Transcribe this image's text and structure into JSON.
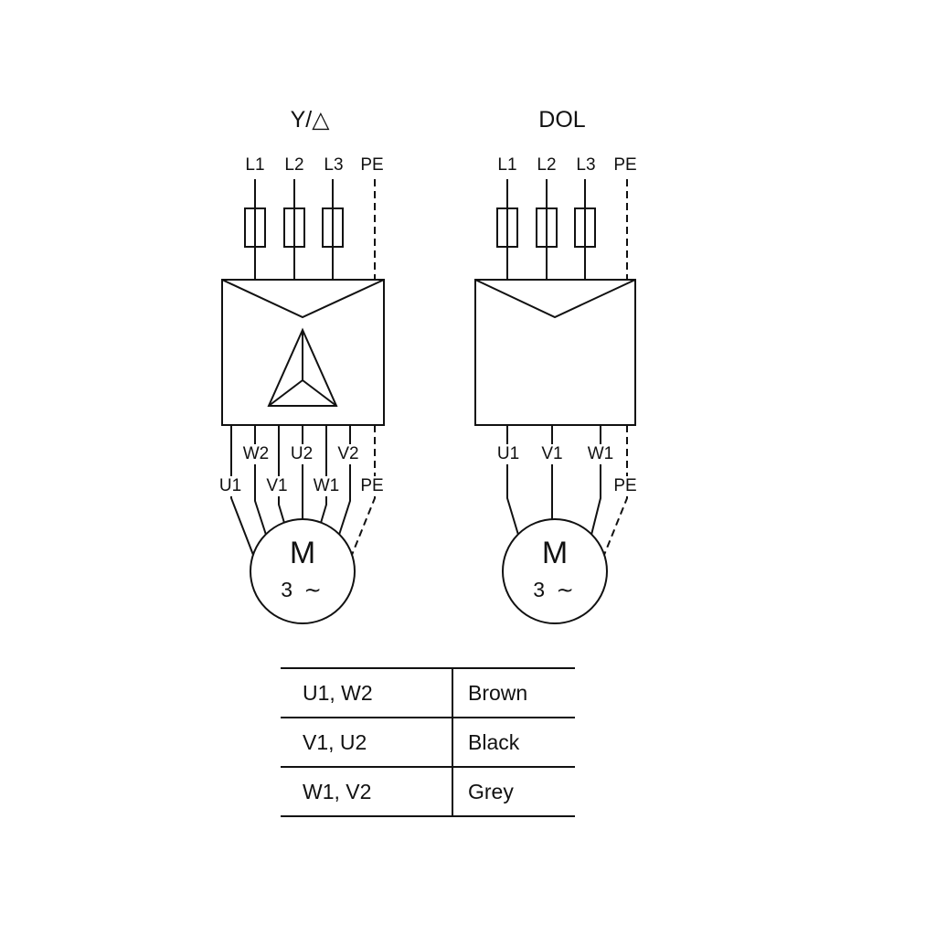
{
  "diagrams": [
    {
      "title": "Y/△",
      "top_labels": [
        "L1",
        "L2",
        "L3",
        "PE"
      ],
      "mid_labels": [
        "W2",
        "U2",
        "V2"
      ],
      "low_labels": [
        "U1",
        "V1",
        "W1",
        "PE"
      ],
      "motor_letter": "M",
      "motor_phase": "3 ∼"
    },
    {
      "title": "DOL",
      "top_labels": [
        "L1",
        "L2",
        "L3",
        "PE"
      ],
      "mid_labels": [
        "U1",
        "V1",
        "W1"
      ],
      "low_labels": [
        "PE"
      ],
      "motor_letter": "M",
      "motor_phase": "3 ∼"
    }
  ],
  "table": {
    "rows": [
      {
        "terminals": "U1, W2",
        "color": "Brown"
      },
      {
        "terminals": "V1, U2",
        "color": "Black"
      },
      {
        "terminals": "W1, V2",
        "color": "Grey"
      }
    ]
  },
  "colors": {
    "line": "#111111",
    "background": "#ffffff"
  }
}
